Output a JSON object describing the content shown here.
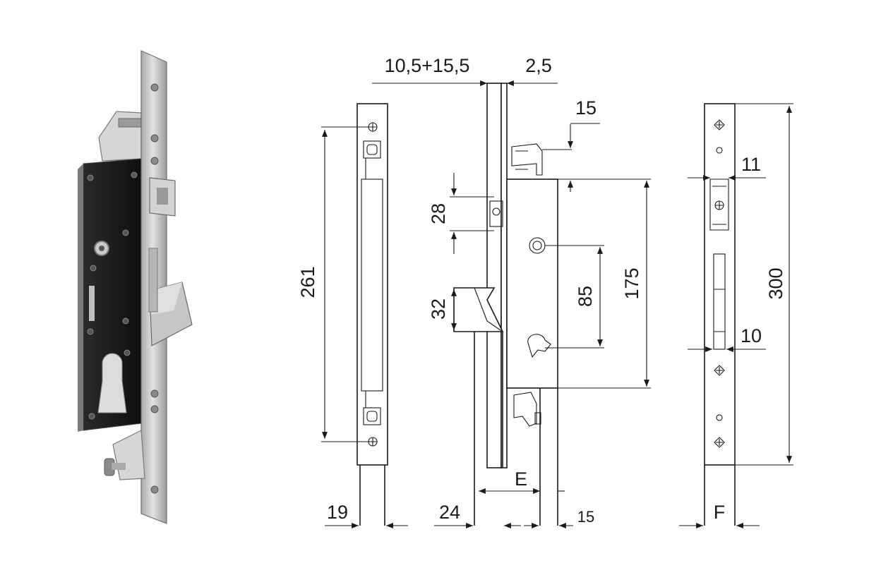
{
  "colors": {
    "line": "#1a1a1a",
    "body_plate": "#161616",
    "steel": "#c9c9c9",
    "steel_dark": "#8e8e8e",
    "background": "#ffffff"
  },
  "product_photo": {
    "icon": "mortise-lock-photo"
  },
  "dimensions": {
    "d_10_5_15_5": "10,5+15,5",
    "d_2_5": "2,5",
    "d_15_top": "15",
    "d_11": "11",
    "d_28": "28",
    "d_261": "261",
    "d_175": "175",
    "d_85": "85",
    "d_300": "300",
    "d_32": "32",
    "d_10": "10",
    "d_E": "E",
    "d_19": "19",
    "d_24": "24",
    "d_15_bottom": "15",
    "d_F": "F"
  }
}
